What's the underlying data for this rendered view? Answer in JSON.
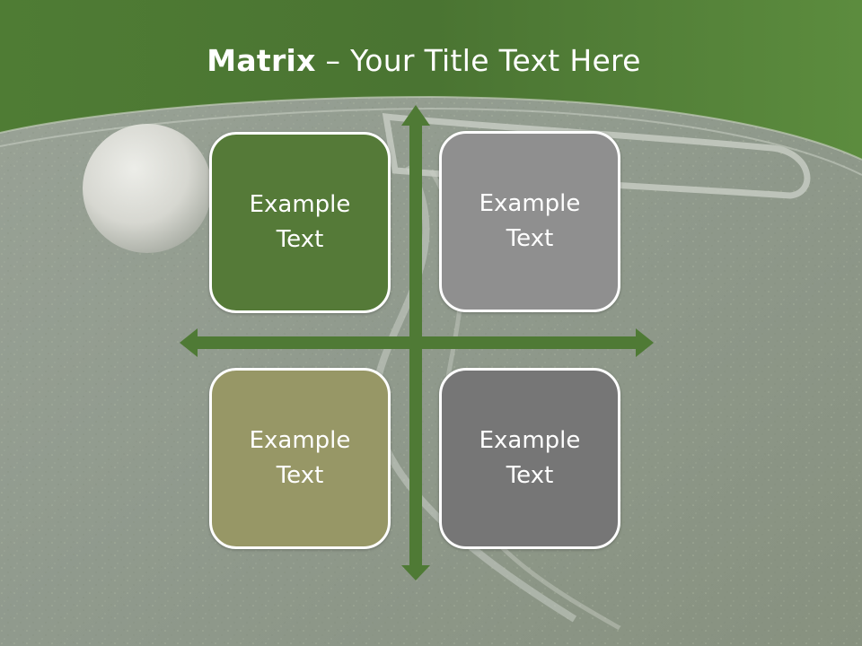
{
  "slide": {
    "title_bold": "Matrix",
    "title_rest": " – Your Title Text Here"
  },
  "matrix": {
    "top_left": {
      "line1": "Example",
      "line2": "Text"
    },
    "top_right": {
      "line1": "Example",
      "line2": "Text"
    },
    "bottom_left": {
      "line1": "Example",
      "line2": "Text"
    },
    "bottom_right": {
      "line1": "Example",
      "line2": "Text"
    }
  },
  "colors": {
    "header_green": "#4e7a33",
    "arrow_green": "#4f7a35",
    "box_top_left": "#557a38",
    "box_top_right": "#8f8f8f",
    "box_bottom_left": "#979766",
    "box_bottom_right": "#767676"
  }
}
